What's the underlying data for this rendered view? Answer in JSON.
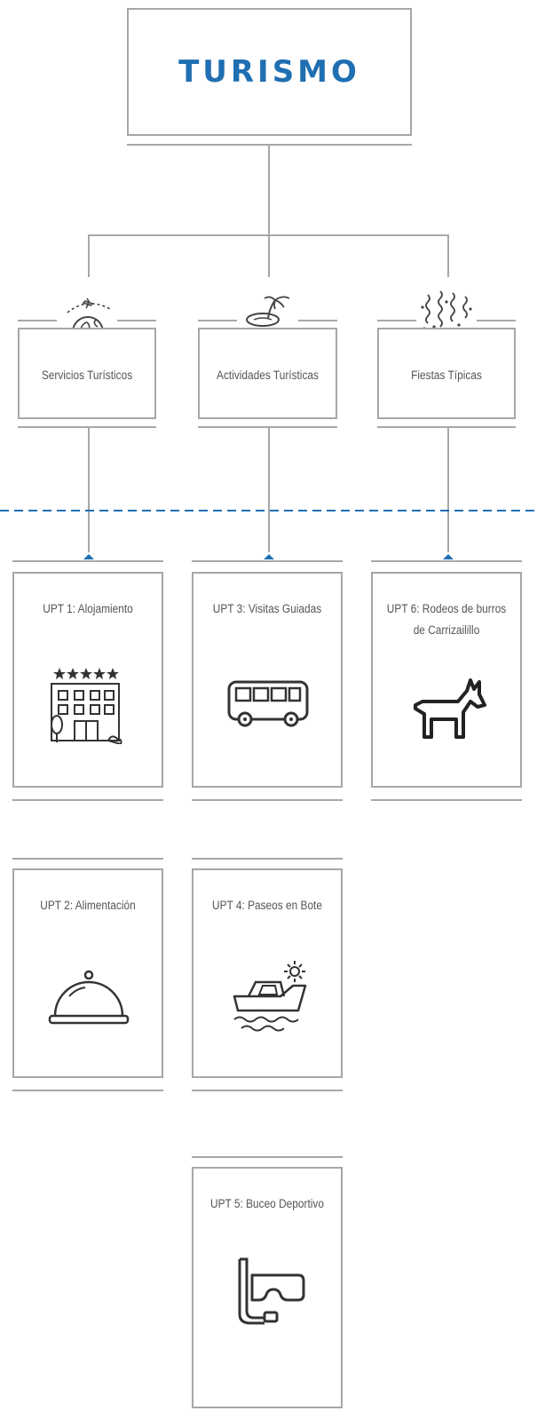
{
  "root": {
    "title": "TURISMO"
  },
  "categories": [
    {
      "label": "Servicios Turísticos",
      "icon": "globe-airplane-icon"
    },
    {
      "label": "Actividades Turísticas",
      "icon": "island-palm-icon"
    },
    {
      "label": "Fiestas Típicas",
      "icon": "confetti-streamers-icon"
    }
  ],
  "upts": [
    {
      "label": "UPT 1: Alojamiento",
      "icon": "hotel-icon"
    },
    {
      "label": "UPT 2: Alimentación",
      "icon": "food-cloche-icon"
    },
    {
      "label": "UPT 3: Visitas Guiadas",
      "icon": "bus-icon"
    },
    {
      "label": "UPT 4: Paseos en Bote",
      "icon": "boat-icon"
    },
    {
      "label": "UPT 5: Buceo Deportivo",
      "icon": "snorkel-mask-icon"
    },
    {
      "label": "UPT 6: Rodeos de burros de Carrizailillo",
      "icon": "donkey-icon"
    }
  ],
  "colors": {
    "accent": "#1f6fb2",
    "line": "#a7a7a7",
    "text": "#555555"
  }
}
